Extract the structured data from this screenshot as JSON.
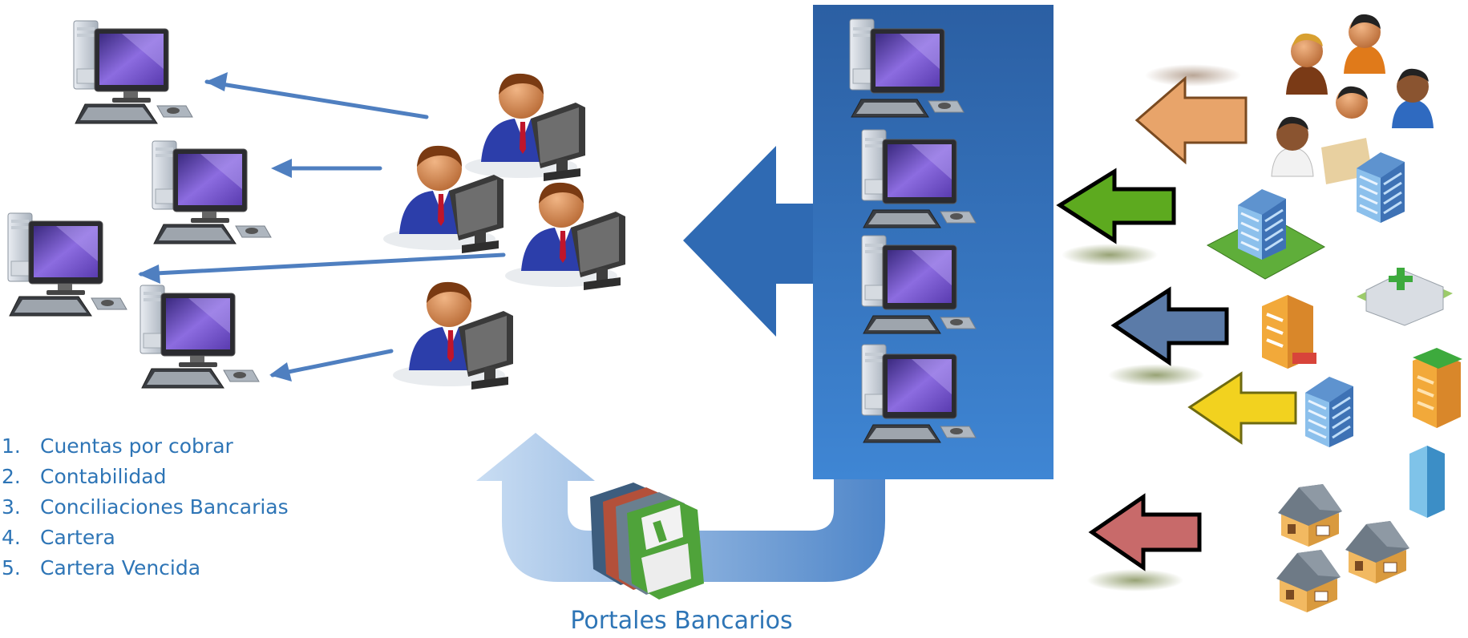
{
  "modules": [
    {
      "number": "1.",
      "label": "Cuentas por cobrar"
    },
    {
      "number": "2.",
      "label": "Contabilidad"
    },
    {
      "number": "3.",
      "label": "Conciliaciones Bancarias"
    },
    {
      "number": "4.",
      "label": "Cartera"
    },
    {
      "number": "5.",
      "label": "Cartera Vencida"
    }
  ],
  "caption": "Portales Bancarios",
  "colors": {
    "text_blue": "#2E75B6",
    "server_panel": "#3A7CC7",
    "big_arrow": "#2F6AB3",
    "flow_arrow": "#5B8FCB",
    "orange_arrow": "#E8A46A",
    "green_arrow": "#5DAA1F",
    "steel_arrow": "#5B7BA8",
    "yellow_arrow": "#F2D21F",
    "red_arrow": "#C86A6A"
  },
  "icons": [
    "desktop-computer-icon",
    "user-at-computer-icon",
    "server-icon",
    "floppy-disk-stack-icon",
    "person-icon",
    "office-building-icon",
    "house-icon"
  ]
}
